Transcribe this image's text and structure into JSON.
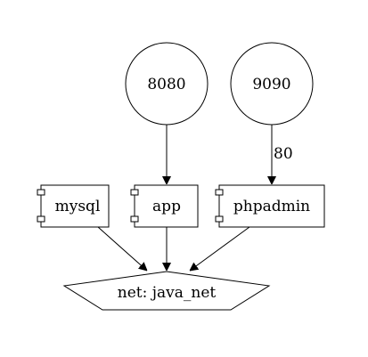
{
  "diagram": {
    "ports": {
      "port_8080": "8080",
      "port_9090": "9090"
    },
    "services": {
      "mysql": "mysql",
      "app": "app",
      "phpadmin": "phpadmin"
    },
    "network": "net: java_net",
    "edge_labels": {
      "phpadmin_port": "80"
    }
  }
}
